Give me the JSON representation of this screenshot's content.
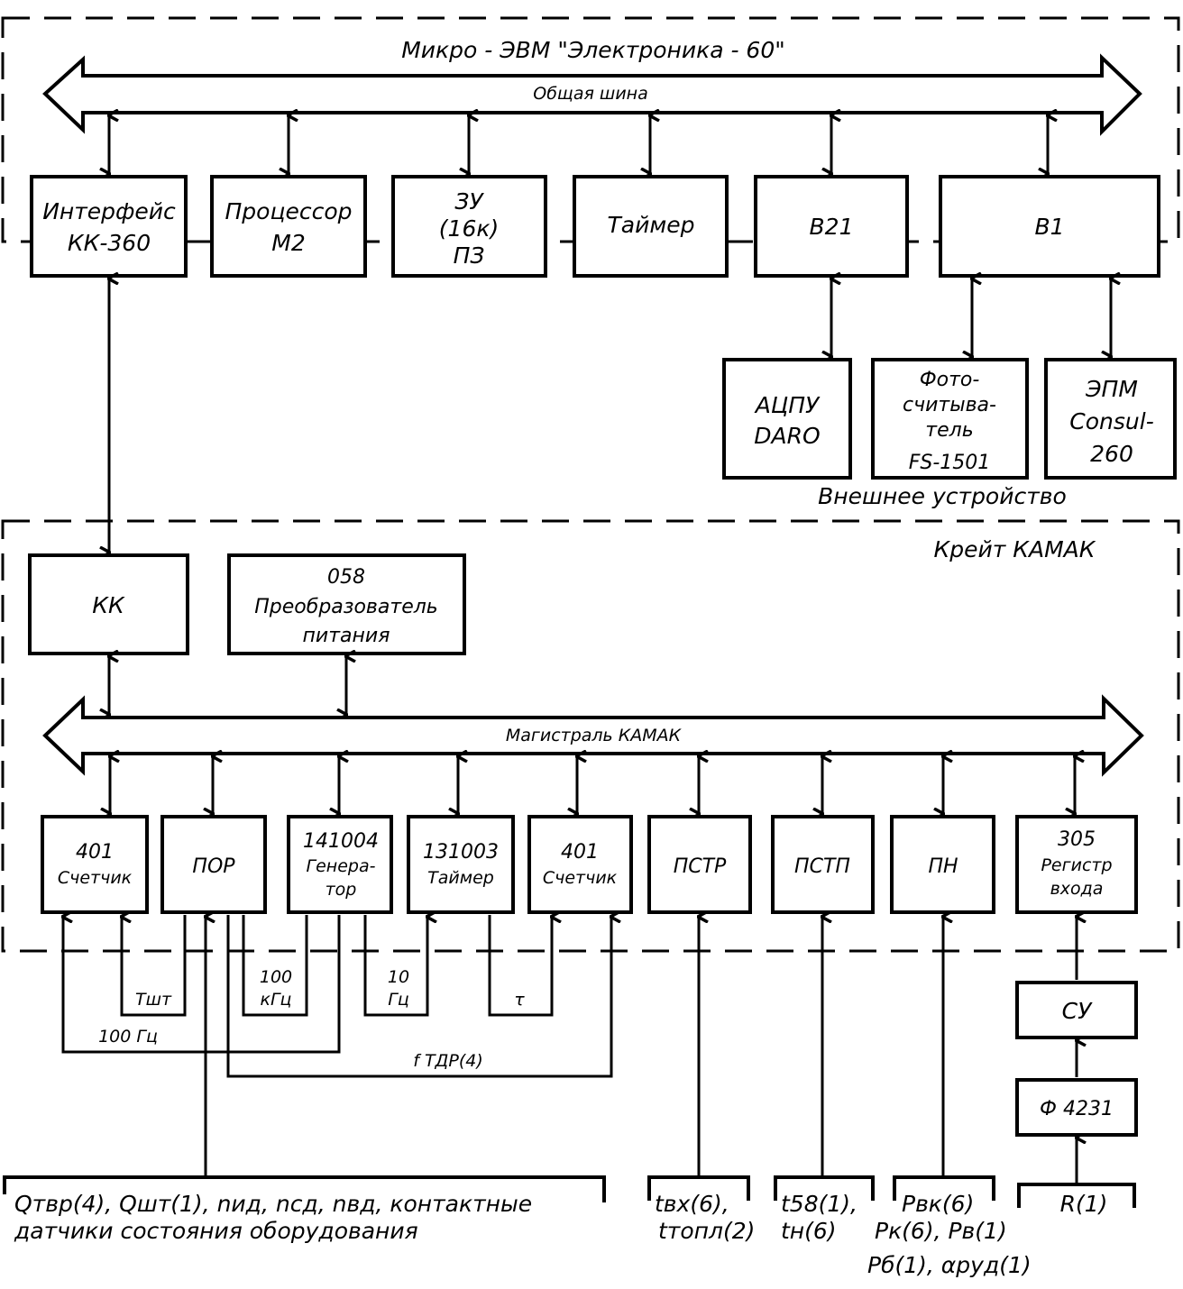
{
  "title": "Микро - ЭВМ \"Электроника - 60\"",
  "common_bus": "Общая шина",
  "micro_blocks": [
    {
      "id": "interface",
      "lines": [
        "Интерфейс",
        "КК-360"
      ]
    },
    {
      "id": "processor",
      "lines": [
        "Процессор",
        "М2"
      ]
    },
    {
      "id": "memory",
      "lines": [
        "ЗУ",
        "(16к)",
        "ПЗ"
      ]
    },
    {
      "id": "timer",
      "lines": [
        "Таймер"
      ]
    },
    {
      "id": "b21",
      "lines": [
        "В21"
      ]
    },
    {
      "id": "b1",
      "lines": [
        "В1"
      ]
    }
  ],
  "external_devices": [
    {
      "id": "printer",
      "lines": [
        "АЦПУ",
        "DARO"
      ]
    },
    {
      "id": "photoreader",
      "lines": [
        "Фото-",
        "считыва-",
        "тель",
        "FS-1501"
      ]
    },
    {
      "id": "consul",
      "lines": [
        "ЭПМ",
        "Consul-",
        "260"
      ]
    }
  ],
  "external_label": "Внешнее устройство",
  "crate_label": "Крейт КАМАК",
  "crate_top_blocks": [
    {
      "id": "kk",
      "lines": [
        "КК"
      ]
    },
    {
      "id": "power",
      "lines": [
        "058",
        "Преобразователь",
        "питания"
      ]
    }
  ],
  "camac_bus": "Магистраль КАМАК",
  "modules": [
    {
      "id": "counter1",
      "lines": [
        "401",
        "Счетчик"
      ]
    },
    {
      "id": "por",
      "lines": [
        "ПОР"
      ]
    },
    {
      "id": "generator",
      "lines": [
        "141004",
        "Генера-",
        "тор"
      ]
    },
    {
      "id": "timer2",
      "lines": [
        "131003",
        "Таймер"
      ]
    },
    {
      "id": "counter2",
      "lines": [
        "401",
        "Счетчик"
      ]
    },
    {
      "id": "pstr",
      "lines": [
        "ПСТР"
      ]
    },
    {
      "id": "pstp",
      "lines": [
        "ПСТП"
      ]
    },
    {
      "id": "pn",
      "lines": [
        "ПН"
      ]
    },
    {
      "id": "register",
      "lines": [
        "305",
        "Регистр",
        "входа"
      ]
    }
  ],
  "signals": {
    "t_sht": "Тшт",
    "f100k": [
      "100",
      "кГц"
    ],
    "f10": [
      "10",
      "Гц"
    ],
    "tau": "τ",
    "f100": "100 Гц",
    "ftdr": "f ТДР(4)"
  },
  "chain_blocks": [
    {
      "id": "su",
      "lines": [
        "СУ"
      ]
    },
    {
      "id": "f4231",
      "lines": [
        "Ф 4231"
      ]
    }
  ],
  "inputs": {
    "sensors": [
      "Qтвр(4), Qшт(1), nид, nсд, nвд, контактные",
      "датчики состояния оборудования"
    ],
    "pstr": [
      "tвх(6),",
      "tтопл(2)"
    ],
    "pstp": [
      "t58(1),",
      "tн(6)"
    ],
    "pn": [
      "Pвк(6)",
      "Pк(6), Pв(1)",
      "Pб(1), αруд(1)"
    ],
    "reg": [
      "R(1)"
    ]
  }
}
